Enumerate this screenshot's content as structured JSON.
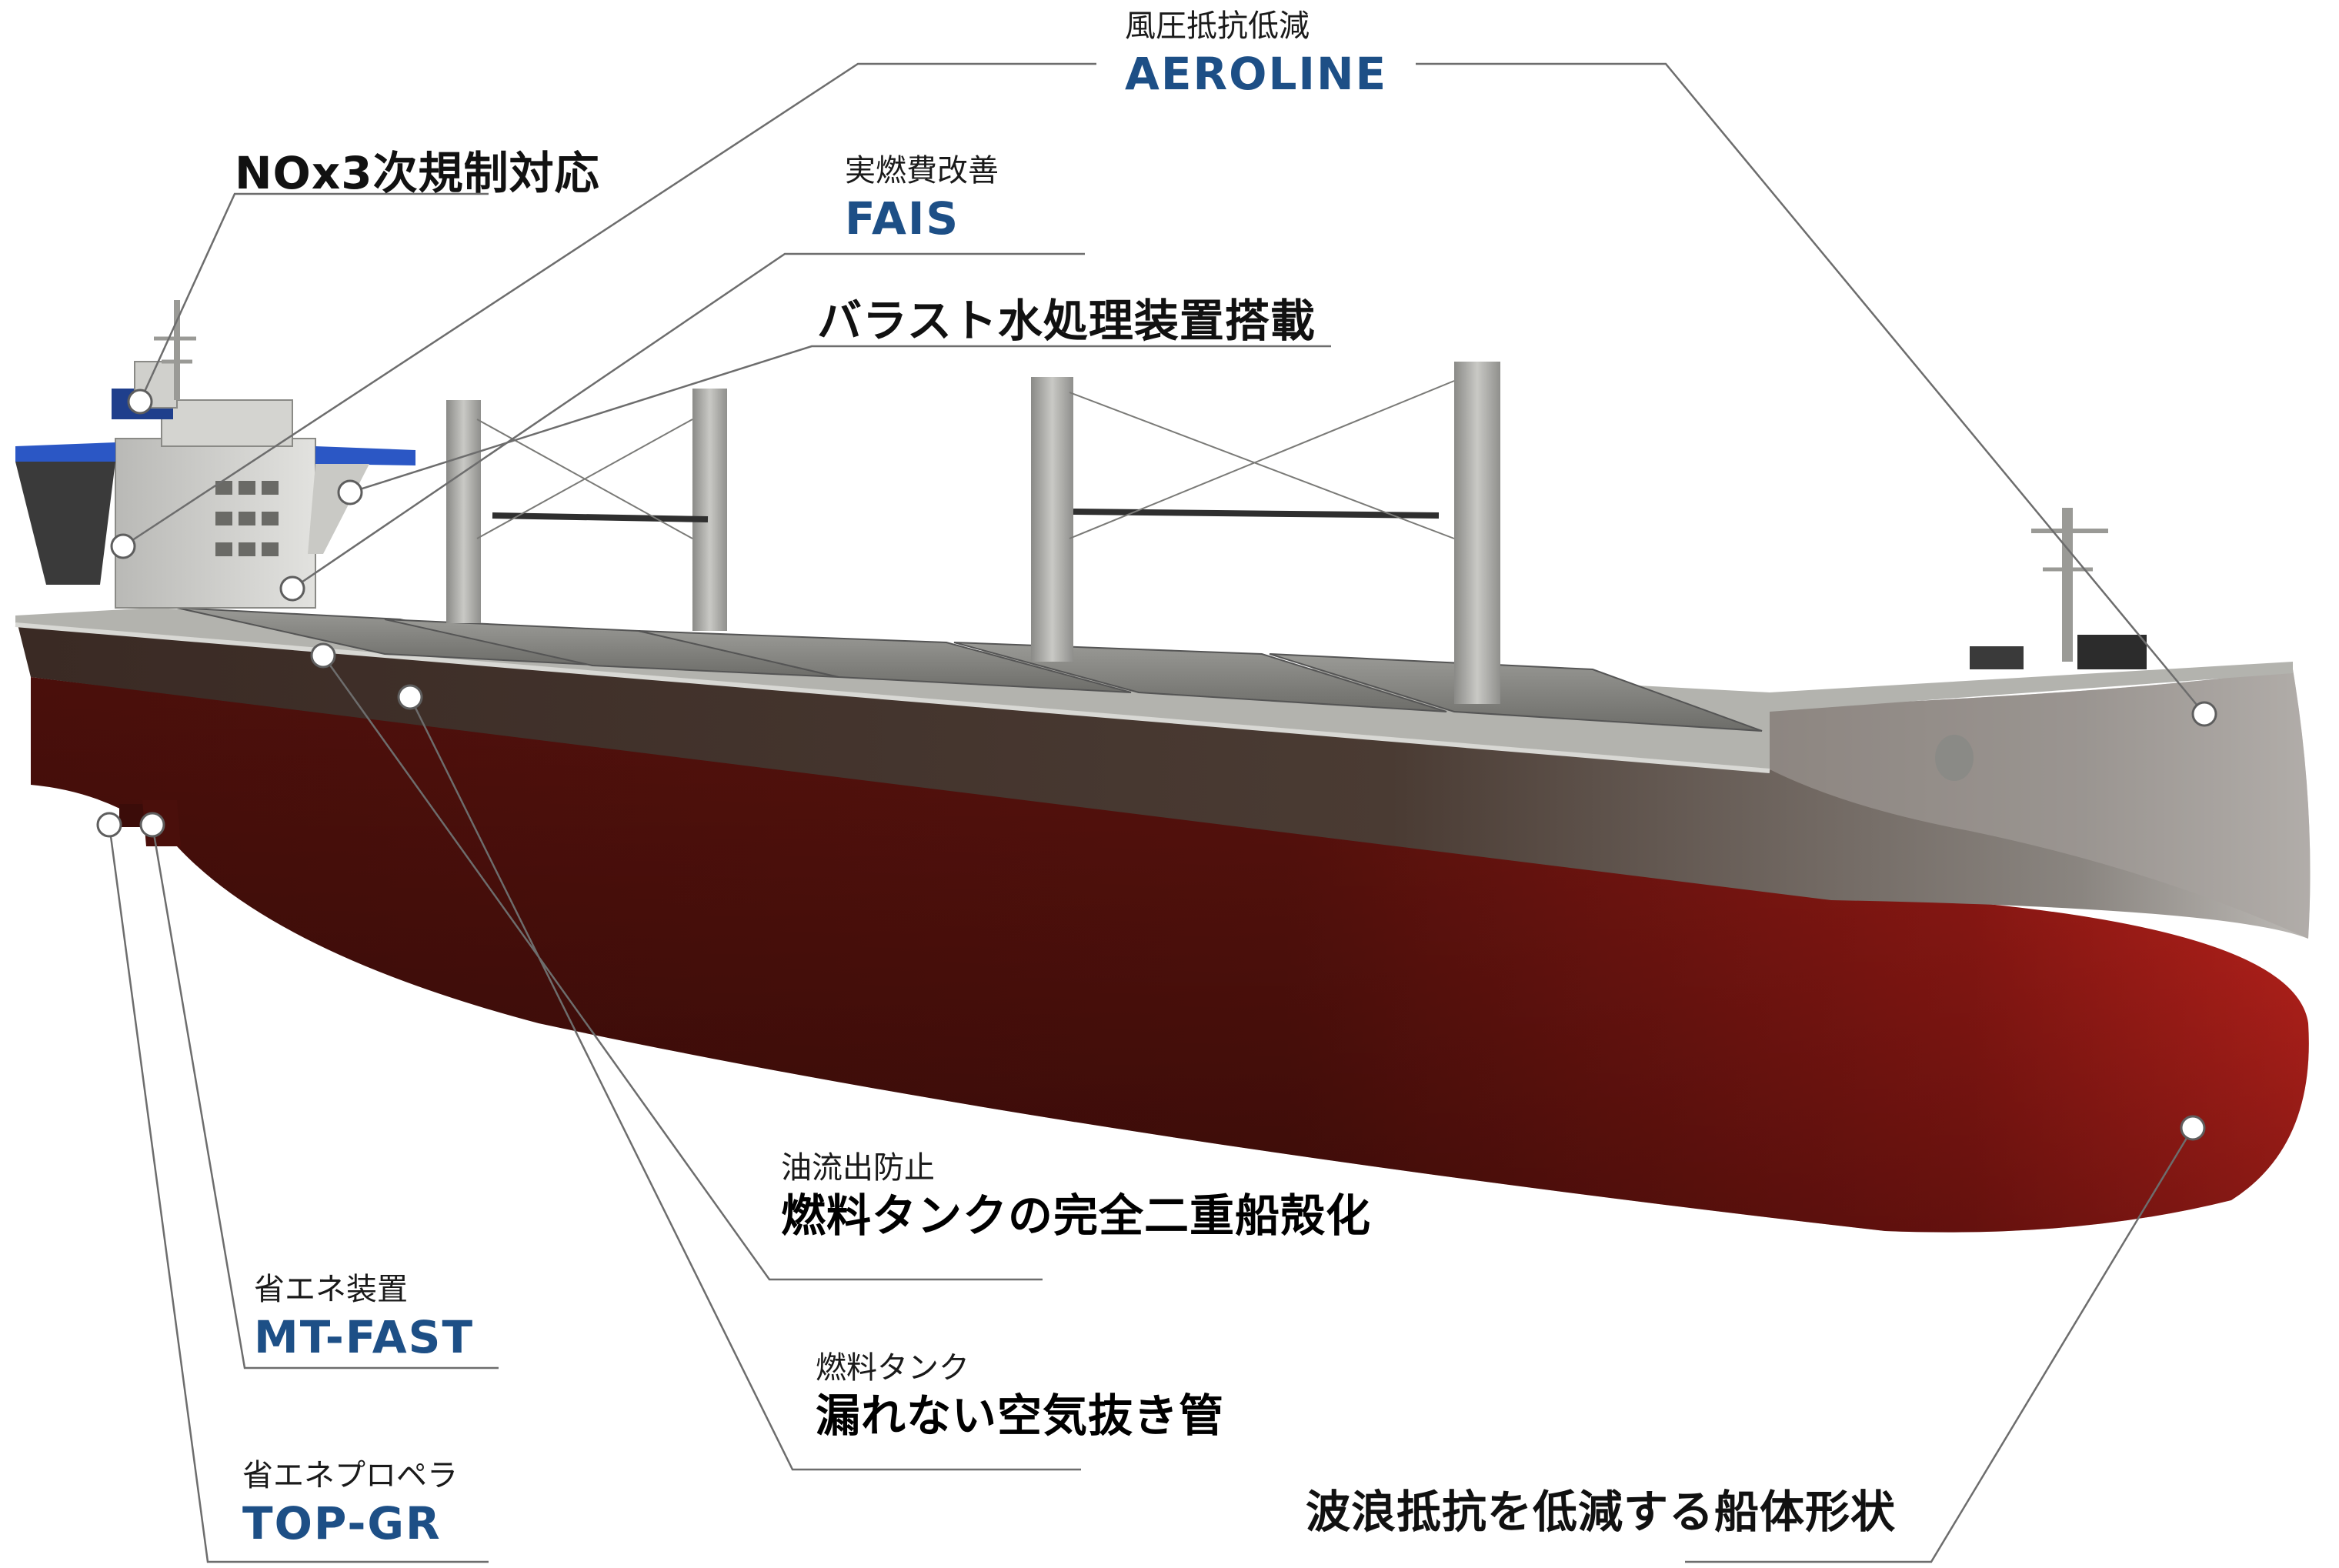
{
  "colors": {
    "brand_blue": "#1d4f86",
    "hull_red": "#c3201c",
    "hull_gray": "#5e5752",
    "deck_gray": "#8c8c88",
    "leader": "#6d6d6d"
  },
  "callouts": {
    "aeroline": {
      "subtitle": "風圧抵抗低減",
      "title": "AEROLINE"
    },
    "nox": {
      "title": "NOx3次規制対応"
    },
    "fais": {
      "subtitle": "実燃費改善",
      "title": "FAIS"
    },
    "ballast": {
      "title": "バラスト水処理装置搭載"
    },
    "fuel_tank_double_hull": {
      "subtitle": "油流出防止",
      "title": "燃料タンクの完全二重船殻化"
    },
    "mt_fast": {
      "subtitle": "省エネ装置",
      "title": "MT-FAST"
    },
    "air_vent": {
      "subtitle": "燃料タンク",
      "title": "漏れない空気抜き管"
    },
    "top_gr": {
      "subtitle": "省エネプロペラ",
      "title": "TOP-GR"
    },
    "hull_form": {
      "title": "波浪抵抗を低減する船体形状"
    }
  }
}
